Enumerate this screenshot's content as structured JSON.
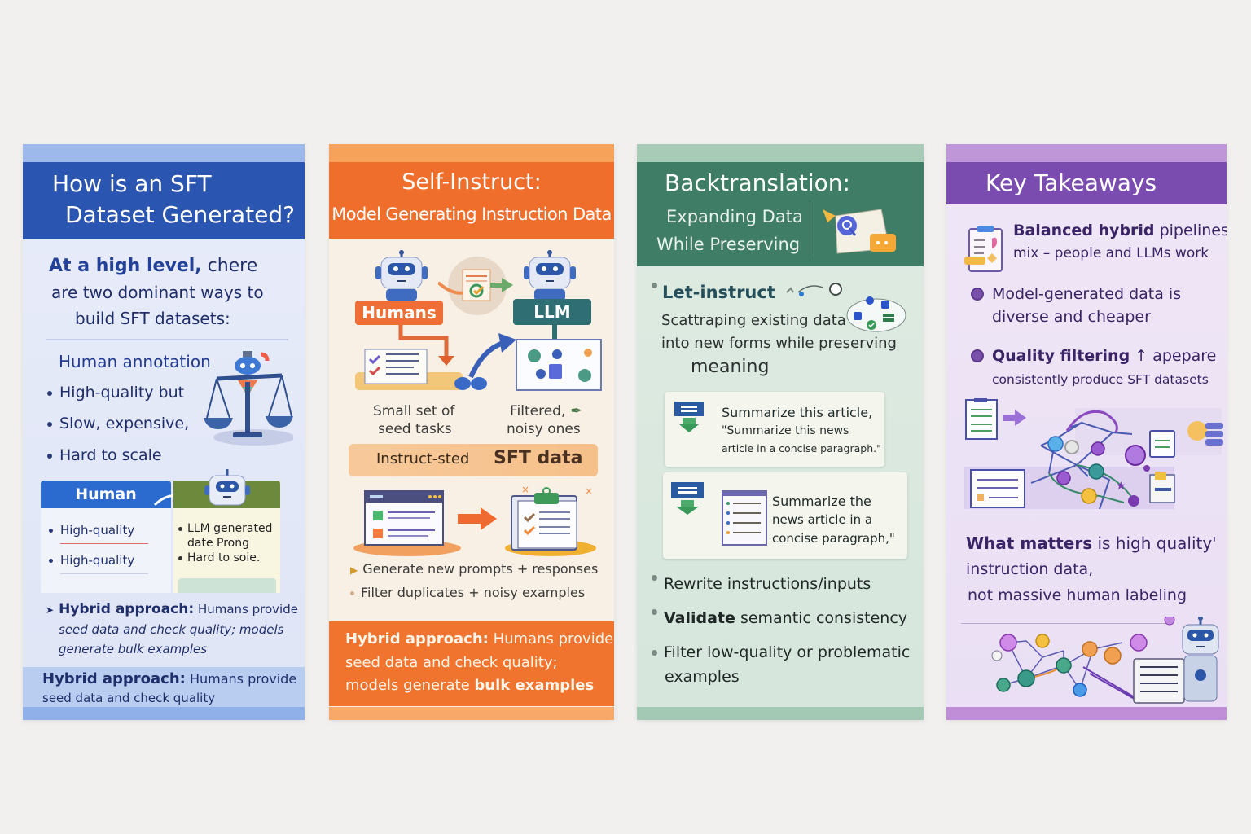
{
  "panels": [
    {
      "id": "sft-overview",
      "accent": "#2a55b0",
      "title_line1": "How is an SFT",
      "title_line2": "Dataset Generated?",
      "intro_strong": "At a high level,",
      "intro_rest": " chere",
      "intro_line2": "are two dominant ways to",
      "intro_line3": "build SFT datasets:",
      "subheading": "Human annotation",
      "bullets": [
        "High-quality but",
        "Slow, expensive,",
        "Hard to scale"
      ],
      "compare": {
        "left_header": "Human",
        "left_items": [
          "High-quality",
          "High-quality"
        ],
        "right_items": [
          "LLM generated",
          "date Prong",
          "Hard to soie."
        ]
      },
      "hybrid_bold": "Hybrid approach:",
      "hybrid_rest": " Humans provide",
      "hybrid_line2": "seed data and check quality; models",
      "hybrid_line3": "generate bulk examples",
      "footer_bold": "Hybrid approach:",
      "footer_rest": " Humans provide",
      "footer_line2": "seed data and check quality"
    },
    {
      "id": "self-instruct",
      "accent": "#ef6e2b",
      "title_line1": "Self-Instruct:",
      "title_line2": "Model Generating Instruction Data",
      "humans_tag": "Humans",
      "llm_tag": "LLM",
      "seed_caption_line1": "Small set of",
      "seed_caption_line2": "seed tasks",
      "filtered_caption_line1": "Filtered,",
      "filtered_caption_line2": "noisy ones",
      "band_left": "Instruct-sted",
      "band_right": "SFT data",
      "bullets": [
        "Generate new prompts + responses",
        "Filter duplicates + noisy examples"
      ],
      "hybrid_bold": "Hybrid approach:",
      "hybrid_rest": " Humans provide",
      "hybrid_line2": "seed data and check quality;",
      "hybrid_line3_a": "models generate ",
      "hybrid_line3_b": "bulk examples"
    },
    {
      "id": "backtranslation",
      "accent": "#3f7d66",
      "title_line1": "Backtranslation:",
      "title_line2": "Expanding Data",
      "title_line3": "While Preserving",
      "lead_bullet": "Let-instruct",
      "lead_line1": "Scattraping existing data",
      "lead_line2": "into new forms while preserving",
      "lead_line3": "meaning",
      "card1_line1": "Summarize this article,",
      "card1_line2": "\"Summarize this news",
      "card1_line3": "article in a concise paragraph.\"",
      "card2_line1": "Summarize the",
      "card2_line2": "news article in a",
      "card2_line3": "concise paragraph,\"",
      "bullets": [
        {
          "bold": "",
          "text": "Rewrite instructions/inputs"
        },
        {
          "bold": "Validate",
          "text": " semantic consistency"
        },
        {
          "bold": "",
          "text": "Filter low-quality or problematic"
        }
      ],
      "bullet3_line2": "examples"
    },
    {
      "id": "key-takeaways",
      "accent": "#7b4cb0",
      "title": "Key Takeaways",
      "item1_bold": "Balanced hybrid",
      "item1_rest": " pipelines",
      "item1_line2": "mix – people and LLMs work",
      "item2_line1": "Model-generated data is",
      "item2_line2": "diverse and cheaper",
      "item3_line1_a": "Quality filtering",
      "item3_line1_b": " ↑ apepare",
      "item3_line2": "consistently produce SFT datasets",
      "closing_bold": "What matters",
      "closing_rest": " is high quality'",
      "closing_line2": "instruction data,",
      "closing_line3": "not massive human labeling"
    }
  ]
}
